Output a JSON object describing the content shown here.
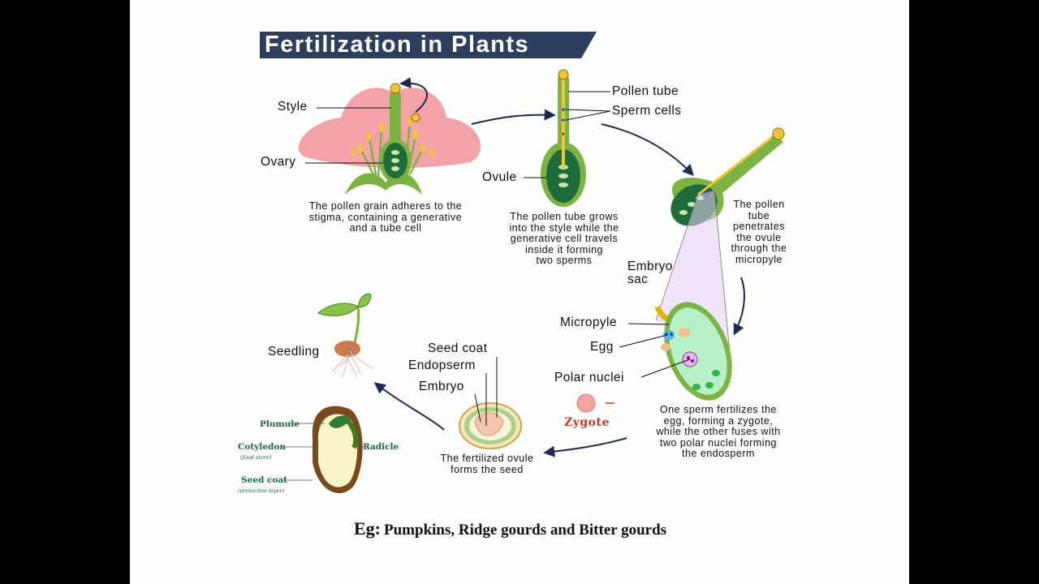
{
  "title": "Fertilization in Plants",
  "labels": {
    "style": "Style",
    "ovary": "Ovary",
    "pollen_tube": "Pollen tube",
    "sperm_cells": "Sperm cells",
    "ovule": "Ovule",
    "embryo_sac": "Embryo\nsac",
    "micropyle": "Micropyle",
    "egg": "Egg",
    "polar_nuclei": "Polar nuclei",
    "zygote": "Zygote",
    "seed_coat": "Seed coat",
    "endosperm": "Endopserm",
    "embryo": "Embryo",
    "seedling": "Seedling"
  },
  "captions": {
    "step1": "The pollen grain adheres to the\nstigma, containing a generative\nand a tube cell",
    "step2": "The pollen tube grows\ninto the style while the\ngenerative cell travels\ninside it forming\ntwo sperms",
    "step3": "The pollen\ntube\npenetrates\nthe ovule\nthrough the\nmicropyle",
    "step4": "One sperm fertilizes the\negg, forming a zygote,\nwhile the other fuses with\ntwo polar nuclei forming\nthe endosperm",
    "step5": "The fertilized ovule\nforms the seed"
  },
  "seed_diagram": {
    "plumule": "Plumule",
    "cotyledon": "Cotyledon",
    "cotyledon_note": "(food store)",
    "radicle": "Radicle",
    "seed_coat": "Seed coat",
    "seed_coat_note": "(protective layer)"
  },
  "example": {
    "key": "Eg:",
    "value": "Pumpkins, Ridge gourds and Bitter gourds"
  },
  "colors": {
    "banner": "#2d3e5e",
    "petal": "#f3a3a8",
    "ovary_green": "#7cb342",
    "ovule_dark": "#1f6b3a",
    "embryo_sac": "#b8f0c8",
    "arrow": "#1c2a52",
    "zygote": "#f4a3a3",
    "zygote_label": "#c0392b",
    "seed_label_green": "#1a6b3a"
  }
}
